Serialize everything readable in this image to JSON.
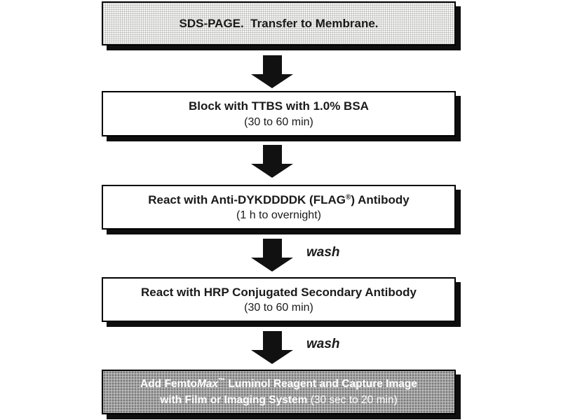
{
  "colors": {
    "box_border": "#000000",
    "box_shadow": "#0e0e0e",
    "light_texture_bg": "#f5f5f3",
    "dark_texture_bg": "#a2a2a2",
    "arrow_fill": "#111111",
    "text_dark": "#1a1a1a",
    "text_light": "#ffffff"
  },
  "steps": {
    "step1": {
      "title": "SDS-PAGE.  Transfer to Membrane."
    },
    "step2": {
      "title": "Block with TTBS with 1.0% BSA",
      "duration": "(30 to 60 min)"
    },
    "step3": {
      "title_pre": "React with Anti-DYKDDDDK (FLAG",
      "title_sup": "®",
      "title_post": ") Antibody",
      "duration": "(1 h to overnight)"
    },
    "step4": {
      "title": "React with HRP Conjugated Secondary Antibody",
      "duration": "(30 to 60 min)"
    },
    "step5": {
      "line1_pre": "Add Femto",
      "line1_italic": "Max",
      "line1_sup": "™",
      "line1_post": " Luminol Reagent and Capture Image",
      "line2_main": "with Film or Imaging System ",
      "line2_duration": "(30 sec to 20 min)"
    }
  },
  "connectors": {
    "wash_label_1": "wash",
    "wash_label_2": "wash"
  }
}
